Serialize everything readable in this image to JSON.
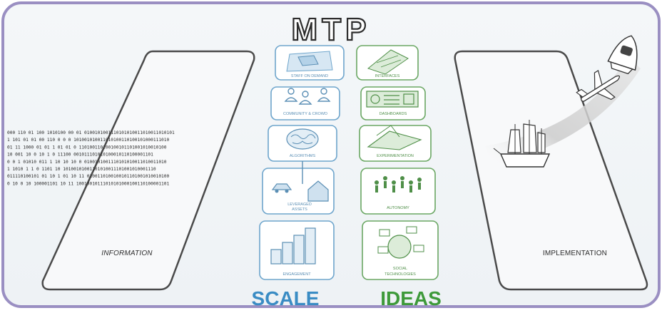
{
  "title": "MTP",
  "columns": {
    "scale": {
      "label": "SCALE",
      "color": "#3a8cc4",
      "items": [
        {
          "label": "STAFF ON DEMAND",
          "icon": "hand-on-map-icon"
        },
        {
          "label": "COMMUNITY & CROWD",
          "icon": "people-network-icon"
        },
        {
          "label": "ALGORITHMS",
          "icon": "brain-icon"
        },
        {
          "label": "LEVERAGED ASSETS",
          "icon": "car-house-icon"
        },
        {
          "label": "ENGAGEMENT",
          "icon": "bar-blocks-icon"
        }
      ]
    },
    "ideas": {
      "label": "IDEAS",
      "color": "#3e9a3a",
      "items": [
        {
          "label": "INTERFACES",
          "icon": "grid-plan-icon"
        },
        {
          "label": "DASHBOARDS",
          "icon": "dashboard-panel-icon"
        },
        {
          "label": "EXPERIMENTATION",
          "icon": "paper-plane-icon"
        },
        {
          "label": "AUTONOMY",
          "icon": "people-group-icon"
        },
        {
          "label": "SOCIAL TECHNOLOGIES",
          "icon": "speech-network-icon"
        }
      ]
    }
  },
  "left_panel": {
    "label": "INFORMATION",
    "binary_lines": [
      "000 110 01 100 1010100 00 01  0100101001110101010011010011010101",
      " 1 101 01 01 00 110 0 0 0 101001010011010100110100101000111010",
      "01 11 1000 01 01 1 01   01 0 110100110100100101101001010010100",
      "  10 001  10 0  10  1 0 11100 001011101010100010110100001101",
      "0 0 1 01010  011 1 10 10 10 0 0100101001110101010011010011010",
      " 1 1010 1  1 0  1101   10 10100101001101010011101001010001110",
      "011110100101 01 10 1 01 10 11 0100110100100101101001010010100",
      "0 10 0 10 100001101 10 11 10010010111010101000100110100001101"
    ]
  },
  "right_panel": {
    "label": "IMPLEMENTATION",
    "icons": [
      "galleon-icon",
      "airplane-icon",
      "space-capsule-icon"
    ]
  },
  "colors": {
    "frame_border": "#9a8fc2",
    "frame_fill": "#f3f6f8",
    "blue": "#3a8cc4",
    "green": "#3e9a3a",
    "panel_stroke": "#4a4a4a"
  }
}
